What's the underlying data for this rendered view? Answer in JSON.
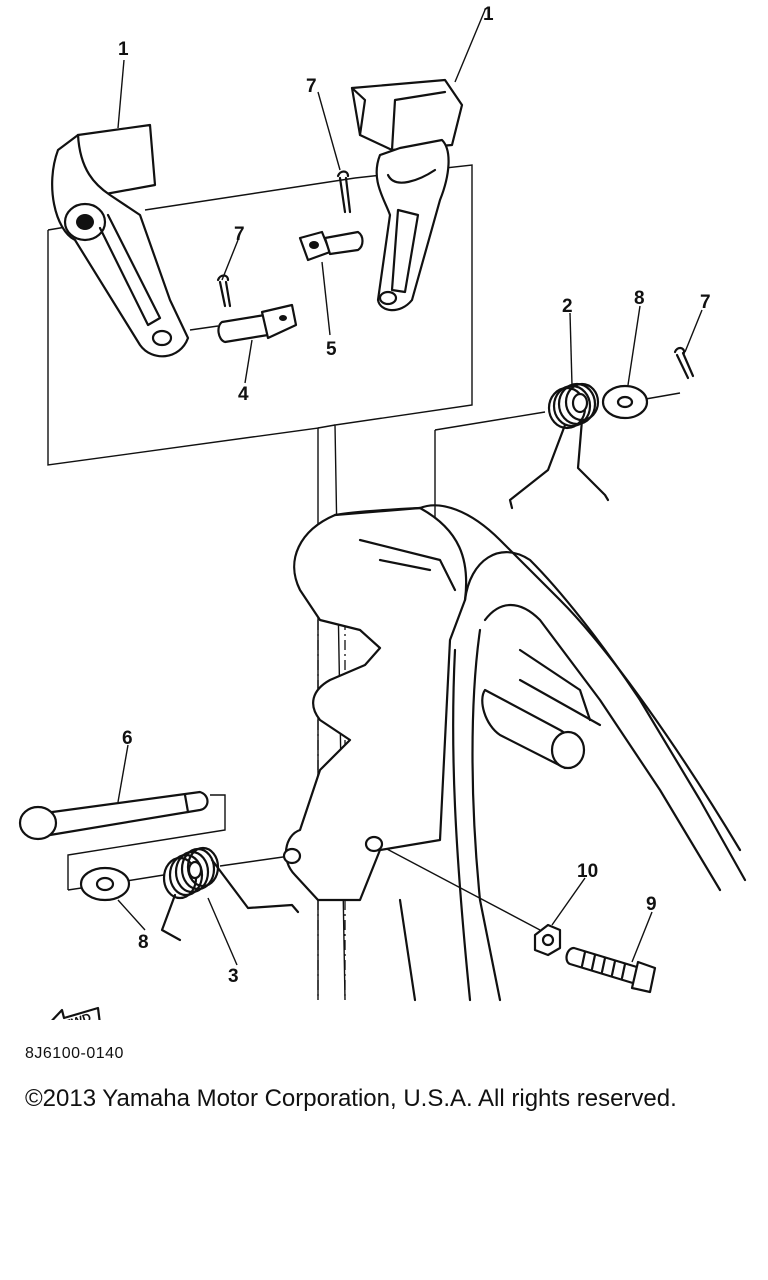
{
  "labels": {
    "part_1a": "1",
    "part_1b": "1",
    "part_2": "2",
    "part_3": "3",
    "part_4": "4",
    "part_5": "5",
    "part_6": "6",
    "part_7a": "7",
    "part_7b": "7",
    "part_7c": "7",
    "part_8a": "8",
    "part_8b": "8",
    "part_9": "9",
    "part_10": "10"
  },
  "fwd_label": "FWD",
  "footer": {
    "part_code": "8J6100-0140",
    "copyright": "©2013 Yamaha Motor Corporation, U.S.A. All rights reserved."
  }
}
